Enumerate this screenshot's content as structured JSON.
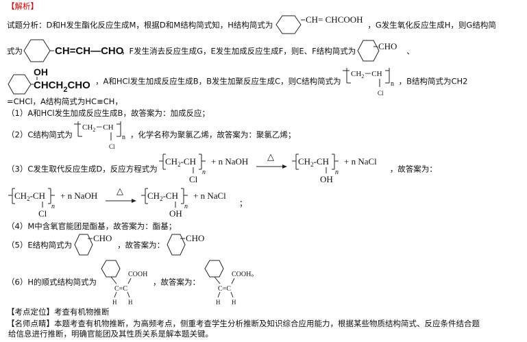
{
  "header": "【解析】",
  "lines": {
    "l1a": "试题分析：D和H发生酯化反应生成M，根据D和M结构简式知，H结构简式为",
    "l1b": "，G发生氧化反应生成H，则G结构简",
    "l2a": "式为",
    "l2b": "，F发生消去反应生成G，E发生加成反应生成F，则E、F结构简式为",
    "l2c": "、",
    "l3a": "，A和HCl发生加成反应生成B，B发生加聚反应生成C，则C结构简式为",
    "l3b": "，B结构简式为CH2",
    "l4": "=CHCl，A结构简式为HC≡CH，",
    "q1": "（1）A和HCl发生加成反应生成B，故答案为：加成反应；",
    "q2a": "（2）C结构简式为",
    "q2b": "，化学名称为聚氯乙烯，故答案为：聚氯乙烯；",
    "q3a": "（3）C发生取代反应生成D，反应方程式为",
    "q3b": "，故答案为：",
    "q3c": "；",
    "q4": "（4）M中含氧官能团是酯基，故答案为：酯基；",
    "q5a": "（5）E结构简式为",
    "q5b": "，故答案为：",
    "q6a": "（6）H的顺式结构简式为",
    "q6b": "，故答案为：",
    "q6c": "。",
    "kd_tag": "【考点定位】",
    "kd": "考查有机物推断",
    "ms_tag": "【名师点睛】",
    "ms1": "本题考查有机物推断，为高频考点，侧重考查学生分析推断及知识综合应用能力，根据某些物质结构简式、反应条件结合题",
    "ms2": "给信息进行推断，明确官能团及其性质关系是解本题关键。"
  },
  "formulas": {
    "h_side": "CH= CHCOOH",
    "g_side": "CH=CH—CHO",
    "cho": "CHO",
    "oh": "OH",
    "f_side": "CHCH",
    "f_sub": "2",
    "f_end": "CHO",
    "ch2": "CH",
    "two": "2",
    "dash": "－",
    "ch": "CH",
    "cl": "Cl",
    "n": "n",
    "oh2": "OH",
    "naoh": "+ n NaOH",
    "nacl": "+ n NaCl",
    "delta": "△",
    "cooh": "COOH",
    "c": "C",
    "eq": "=",
    "h": "H"
  }
}
